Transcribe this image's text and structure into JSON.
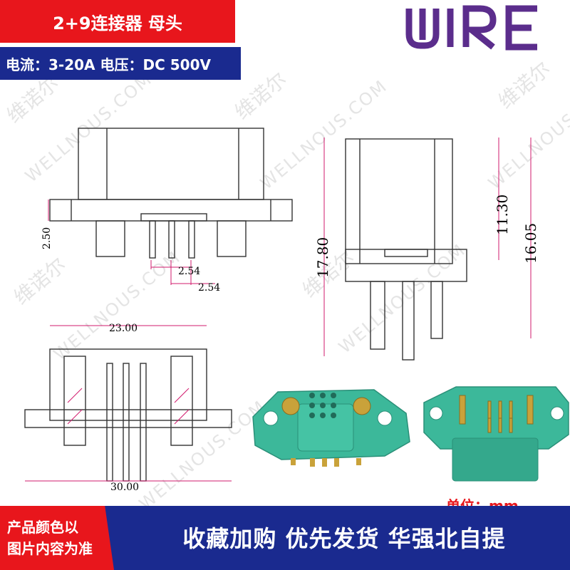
{
  "title_banner": {
    "text": "2+9连接器 母头"
  },
  "spec_banner": {
    "text": "电流：3-20A  电压：DC 500V"
  },
  "logo": {
    "text": "WIRE",
    "color": "#5b2d8c"
  },
  "watermark": {
    "cn": "维诺尔",
    "en": "WELLNOUS.COM"
  },
  "drawings": {
    "front_view": {
      "dim_height": "2.50",
      "dim_pitch_1": "2.54",
      "dim_pitch_2": "2.54"
    },
    "side_view": {
      "dim_total": "17.80",
      "dim_body": "11.30",
      "dim_overall": "16.05"
    },
    "bottom_view": {
      "dim_top_width": "23.00",
      "dim_bottom_width": "30.00"
    }
  },
  "unit_label": {
    "text": "单位：mm"
  },
  "bottom_bar": {
    "notice_line1": "产品颜色以",
    "notice_line2": "图片内容为准",
    "slogan": "收藏加购 优先发货 华强北自提"
  },
  "colors": {
    "red": "#e8161c",
    "navy": "#1a2a8f",
    "connector_green": "#3cb89a",
    "gold_pin": "#c9a23a"
  }
}
